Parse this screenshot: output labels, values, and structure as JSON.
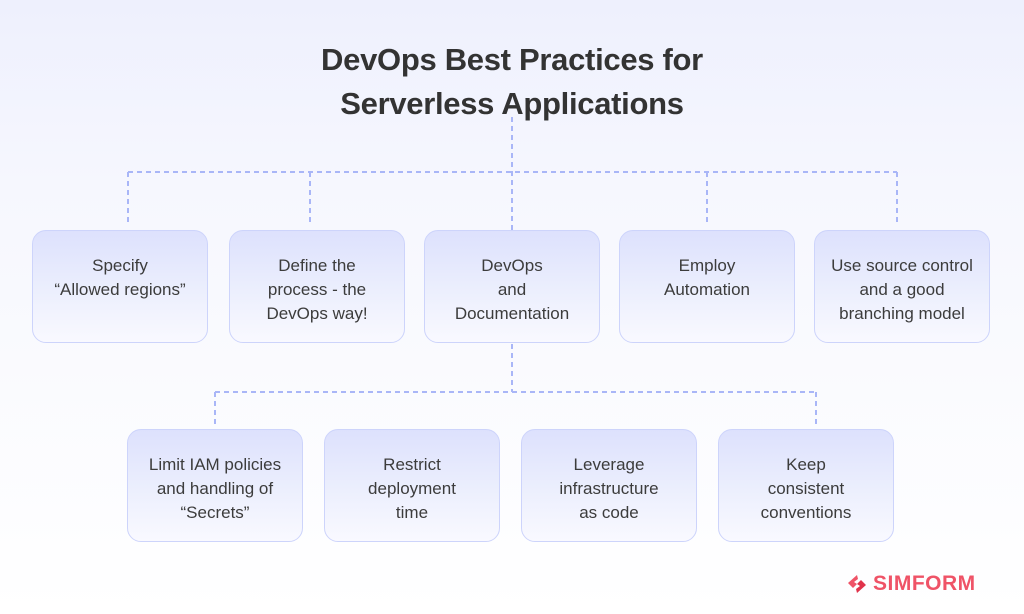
{
  "title": {
    "line1": "DevOps Best Practices for",
    "line2": "Serverless Applications"
  },
  "top_row": [
    {
      "label": "Specify\n“Allowed regions”"
    },
    {
      "label": "Define the\nprocess - the\nDevOps way!"
    },
    {
      "label": "DevOps\nand\nDocumentation"
    },
    {
      "label": "Employ\nAutomation"
    },
    {
      "label": "Use source control\nand a good\nbranching model"
    }
  ],
  "bottom_row": [
    {
      "label": "Limit IAM policies\nand handling of\n“Secrets”"
    },
    {
      "label": "Restrict\ndeployment\ntime"
    },
    {
      "label": "Leverage\ninfrastructure\nas code"
    },
    {
      "label": "Keep\nconsistent\nconventions"
    }
  ],
  "logo": {
    "text": "SIMFORM",
    "icon": "simform-logo-icon",
    "color": "#ef5367"
  },
  "colors": {
    "connector": "#a9b6f7",
    "node_border": "#cdd4fb",
    "node_fill_top": "#dde1fd",
    "title": "#333333"
  }
}
